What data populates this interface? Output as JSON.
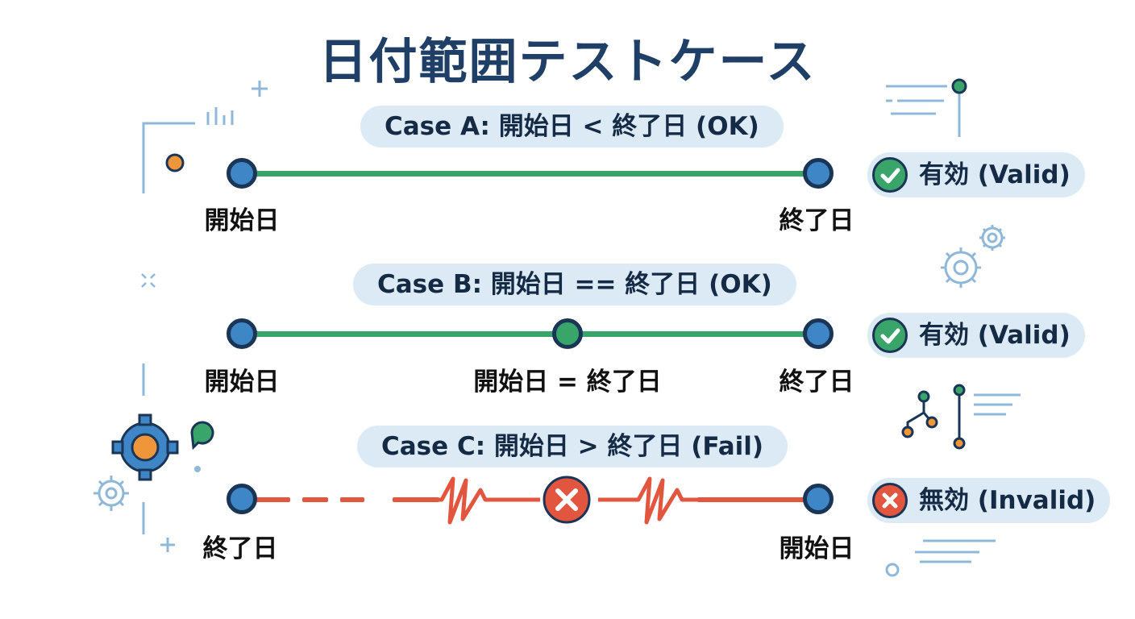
{
  "title": "日付範囲テストケース",
  "colors": {
    "title": "#1f3f66",
    "node_fill": "#3f86c6",
    "node_border": "#1b3556",
    "valid_line": "#3aa56a",
    "invalid_line": "#e2553f",
    "pill_bg": "#dbeaf5"
  },
  "cases": [
    {
      "label": "Case A: 開始日 < 終了日 (OK)",
      "left_label": "開始日",
      "right_label": "終了日",
      "status": "有効 (Valid)",
      "status_icon": "check-icon"
    },
    {
      "label": "Case B: 開始日 == 終了日 (OK)",
      "left_label": "開始日",
      "middle_label": "開始日 = 終了日",
      "right_label": "終了日",
      "status": "有効 (Valid)",
      "status_icon": "check-icon"
    },
    {
      "label": "Case C: 開始日 > 終了日 (Fail)",
      "left_label": "終了日",
      "right_label": "開始日",
      "status": "無効 (Invalid)",
      "status_icon": "cross-icon"
    }
  ]
}
